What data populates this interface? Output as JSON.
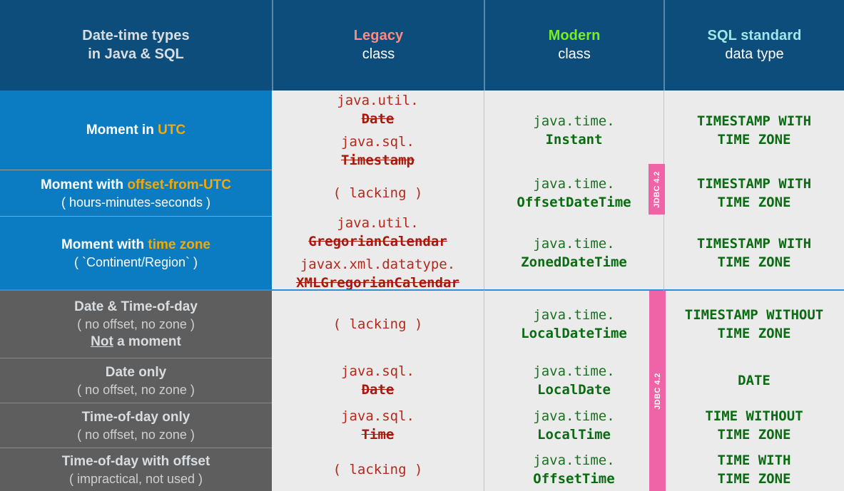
{
  "header": {
    "col0": {
      "line1": "Date-time types",
      "line2": "in Java & SQL"
    },
    "col1": {
      "line1": "Legacy",
      "line2": "class"
    },
    "col2": {
      "line1": "Modern",
      "line2": "class"
    },
    "col3": {
      "line1": "SQL standard",
      "line2": "data type"
    }
  },
  "colors": {
    "header_bg": "#0d4d7c",
    "moment_bg": "#0c7cc2",
    "local_bg": "#5e5e5e",
    "code_bg": "#ebebeb",
    "legacy_accent": "#ff8a80",
    "modern_accent": "#76ee22",
    "sql_accent": "#9fe8e8",
    "highlight": "#f5a800",
    "legacy_text": "#b5281b",
    "modern_text": "#0a6b12",
    "jdbc_badge": "#ee64a6"
  },
  "badges": {
    "jdbc_top": "JDBC 4.2",
    "jdbc_bottom": "JDBC 4.2"
  },
  "rows": [
    {
      "label": {
        "prefix": "Moment in ",
        "highlight": "UTC",
        "sub": "",
        "extra": ""
      },
      "legacy": [
        {
          "pkg": "java.util.",
          "cls": "Date"
        },
        {
          "pkg": "java.sql.",
          "cls": "Timestamp"
        }
      ],
      "modern": [
        {
          "pkg": "java.time.",
          "cls": "Instant"
        }
      ],
      "sql": [
        "TIMESTAMP WITH",
        "TIME ZONE"
      ]
    },
    {
      "label": {
        "prefix": "Moment with ",
        "highlight": "offset-from-UTC",
        "sub": "( hours-minutes-seconds )",
        "extra": ""
      },
      "legacy": [
        {
          "plain": "( lacking )"
        }
      ],
      "modern": [
        {
          "pkg": "java.time.",
          "cls": "OffsetDateTime"
        }
      ],
      "sql": [
        "TIMESTAMP WITH",
        "TIME ZONE"
      ]
    },
    {
      "label": {
        "prefix": "Moment with ",
        "highlight": "time zone",
        "sub": "( `Continent/Region` )",
        "extra": ""
      },
      "legacy": [
        {
          "pkg": "java.util.",
          "cls": "GregorianCalendar"
        },
        {
          "pkg": "javax.xml.datatype.",
          "cls": "XMLGregorianCalendar"
        }
      ],
      "modern": [
        {
          "pkg": "java.time.",
          "cls": "ZonedDateTime"
        }
      ],
      "sql": [
        "TIMESTAMP WITH",
        "TIME ZONE"
      ]
    },
    {
      "label": {
        "prefix": "Date & Time-of-day",
        "highlight": "",
        "sub": "( no offset, no zone )",
        "extra_underline": "Not",
        "extra_rest": " a moment"
      },
      "legacy": [
        {
          "plain": "( lacking )"
        }
      ],
      "modern": [
        {
          "pkg": "java.time.",
          "cls": "LocalDateTime"
        }
      ],
      "sql": [
        "TIMESTAMP WITHOUT",
        "TIME ZONE"
      ]
    },
    {
      "label": {
        "prefix": "Date only",
        "highlight": "",
        "sub": "( no offset, no zone )",
        "extra": ""
      },
      "legacy": [
        {
          "pkg": "java.sql.",
          "cls": "Date"
        }
      ],
      "modern": [
        {
          "pkg": "java.time.",
          "cls": "LocalDate"
        }
      ],
      "sql": [
        "DATE"
      ]
    },
    {
      "label": {
        "prefix": "Time-of-day only",
        "highlight": "",
        "sub": "( no offset, no zone )",
        "extra": ""
      },
      "legacy": [
        {
          "pkg": "java.sql.",
          "cls": "Time"
        }
      ],
      "modern": [
        {
          "pkg": "java.time.",
          "cls": "LocalTime"
        }
      ],
      "sql": [
        "TIME WITHOUT",
        "TIME ZONE"
      ]
    },
    {
      "label": {
        "prefix": "Time-of-day with offset",
        "highlight": "",
        "sub": "( impractical, not used )",
        "extra": ""
      },
      "legacy": [
        {
          "plain": "( lacking )"
        }
      ],
      "modern": [
        {
          "pkg": "java.time.",
          "cls": "OffsetTime"
        }
      ],
      "sql": [
        "TIME WITH",
        "TIME ZONE"
      ]
    }
  ]
}
